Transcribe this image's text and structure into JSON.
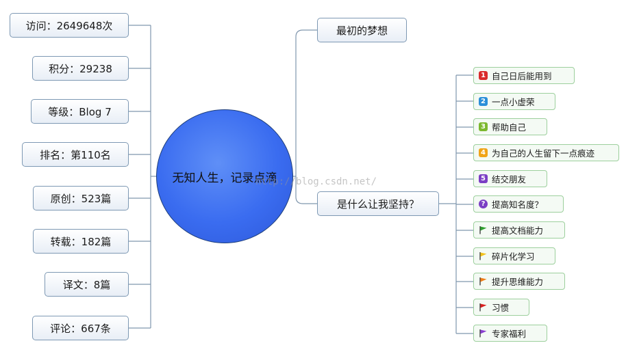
{
  "center": {
    "label": "无知人生，记录点滴"
  },
  "stats": [
    {
      "label": "访问：2649648次"
    },
    {
      "label": "积分：29238"
    },
    {
      "label": "等级：Blog 7"
    },
    {
      "label": "排名：第110名"
    },
    {
      "label": "原创：523篇"
    },
    {
      "label": "转载：182篇"
    },
    {
      "label": "译文：8篇"
    },
    {
      "label": "评论：667条"
    }
  ],
  "branches": {
    "dream": {
      "label": "最初的梦想"
    },
    "why": {
      "label": "是什么让我坚持？"
    }
  },
  "reasons": [
    {
      "label": "自己日后能用到",
      "icon": "number-1-icon",
      "marker": "1",
      "color": "#d92b2b"
    },
    {
      "label": "一点小虚荣",
      "icon": "number-2-icon",
      "marker": "2",
      "color": "#2b8fd9"
    },
    {
      "label": "帮助自己",
      "icon": "number-3-icon",
      "marker": "3",
      "color": "#7cb82f"
    },
    {
      "label": "为自己的人生留下一点痕迹",
      "icon": "number-4-icon",
      "marker": "4",
      "color": "#f0a419"
    },
    {
      "label": "结交朋友",
      "icon": "number-5-icon",
      "marker": "5",
      "color": "#7b3fc4"
    },
    {
      "label": "提高知名度？",
      "icon": "question-mark-icon",
      "marker": "?",
      "color": "#7b3fc4"
    },
    {
      "label": "提高文档能力",
      "icon": "green-flag-icon",
      "color": "#2ea02e"
    },
    {
      "label": "碎片化学习",
      "icon": "yellow-flag-icon",
      "color": "#f2c11a"
    },
    {
      "label": "提升思维能力",
      "icon": "orange-flag-icon",
      "color": "#f07f1a"
    },
    {
      "label": "习惯",
      "icon": "red-flag-icon",
      "color": "#d92020"
    },
    {
      "label": "专家福利",
      "icon": "purple-flag-icon",
      "color": "#8a3fd0"
    }
  ],
  "watermark": "http://blog.csdn.net/"
}
